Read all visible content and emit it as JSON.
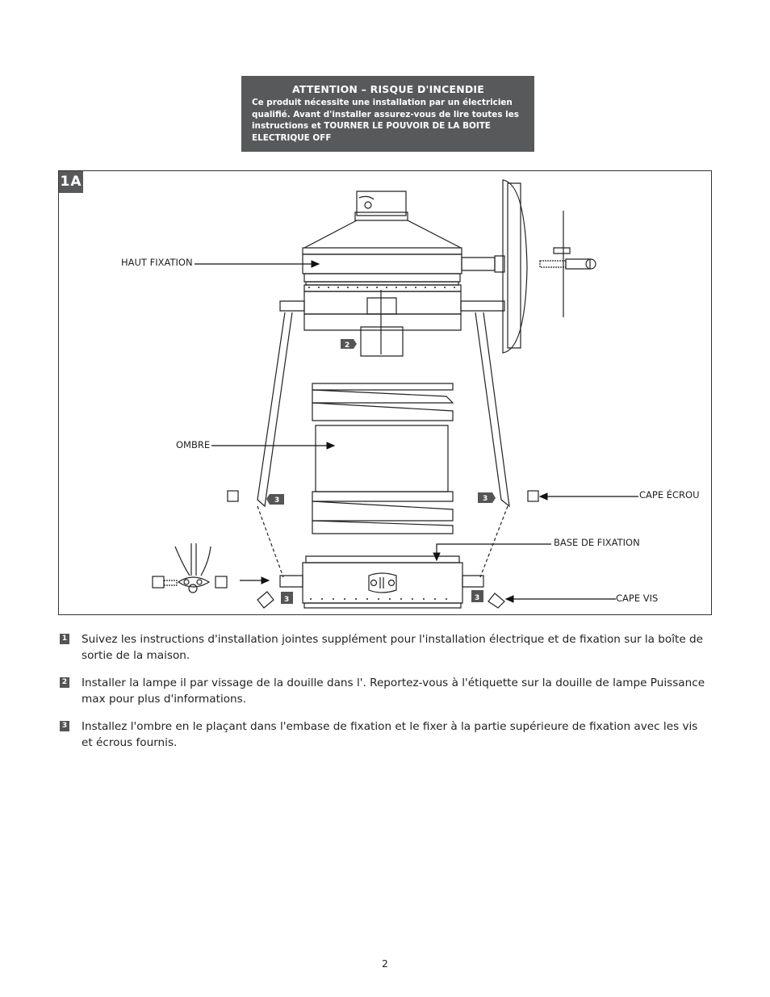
{
  "warning": {
    "title": "ATTENTION – RISQUE D'INCENDIE",
    "lines": [
      "Ce produit nécessite une installation par un électricien",
      "qualifié. Avant d'installer assurez-vous de lire toutes les",
      "instructions et TOURNER LE POUVOIR DE LA BOITE",
      "ELECTRIQUE OFF"
    ]
  },
  "figure": {
    "tag": "1A",
    "labels": {
      "haut_fixation": "HAUT FIXATION",
      "ombre": "OMBRE",
      "cape_ecrou": "CAPE ÉCROU",
      "base_fixation": "BASE DE FIXATION",
      "cape_vis": "CAPE VIS"
    },
    "callouts": {
      "two": "2",
      "three": "3"
    }
  },
  "steps": [
    {
      "number": "1",
      "text": "Suivez les instructions d'installation jointes supplément pour l'installation électrique et de fixation sur la boîte de sortie de la maison."
    },
    {
      "number": "2",
      "text": "Installer la lampe il par vissage de la douille dans l'. Reportez-vous à l'étiquette sur la douille de lampe Puissance max pour plus d'informations."
    },
    {
      "number": "3",
      "text": "Installez l'ombre en le plaçant dans l'embase de fixation et le fixer à la partie supérieure de fixation avec les vis et écrous fournis."
    }
  ],
  "page_number": "2"
}
